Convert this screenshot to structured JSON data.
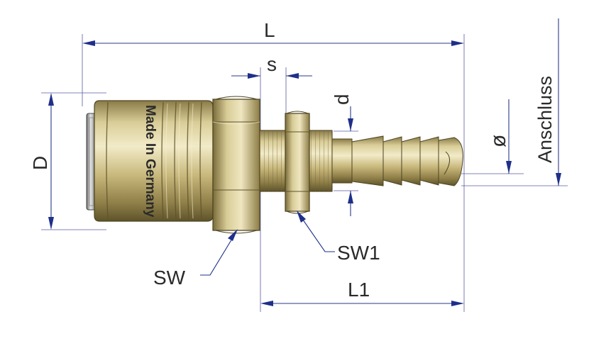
{
  "labels": {
    "L": "L",
    "s": "s",
    "d": "d",
    "D": "D",
    "diameter": "ø",
    "anschluss": "Anschluss",
    "SW": "SW",
    "SW1": "SW1",
    "L1": "L1"
  },
  "engraving": "Made In Germany",
  "colors": {
    "brass_light": "#e6dcae",
    "brass_mid": "#b9a66a",
    "brass_dark": "#6f6234",
    "dimension_line": "#1f2f8a",
    "label_text": "#2a2a2a"
  }
}
